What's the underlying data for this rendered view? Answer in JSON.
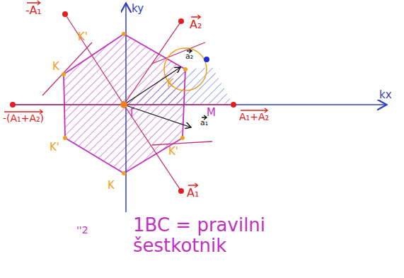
{
  "diagram": {
    "labels": [
      "-A₁",
      "A₂",
      "ky",
      "K'",
      "K",
      "K",
      "a₂",
      "-(A₁+A₂)",
      "Γ",
      "M",
      "A₁+A₂",
      "kx",
      "a₁",
      "K'",
      "K'",
      "K",
      "A₁",
      "''2",
      "1BC = pravilni šestkotnik"
    ]
  }
}
